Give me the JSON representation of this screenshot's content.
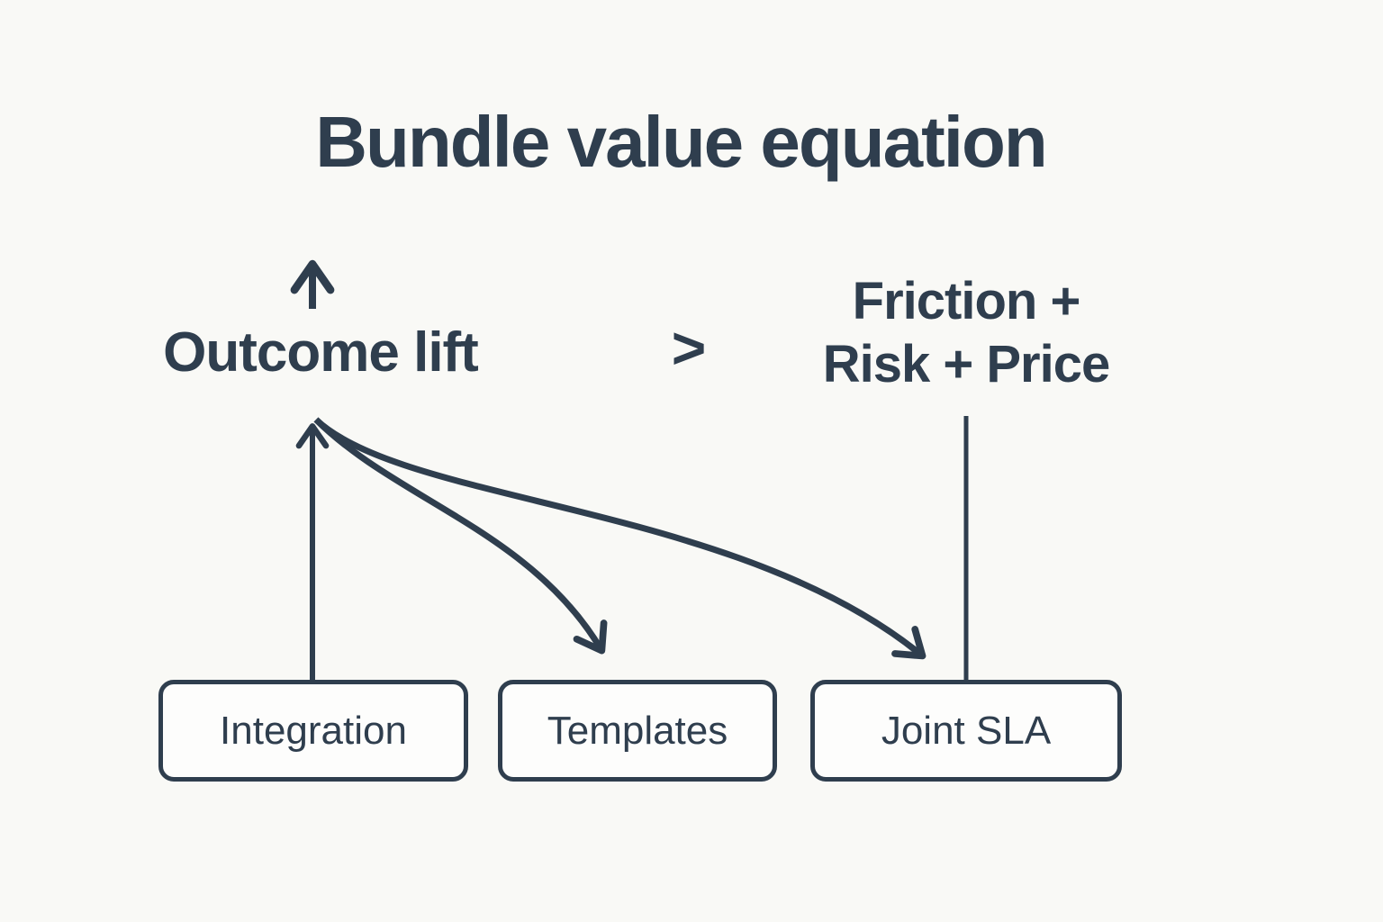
{
  "page": {
    "background_color": "#f9f9f6",
    "ink_color": "#2f3e4e",
    "node_fill_color": "#fdfdfc"
  },
  "title": "Bundle value equation",
  "equation": {
    "left_label": "Outcome lift",
    "comparator": ">",
    "right_label_line1": "Friction +",
    "right_label_line2": "Risk + Price"
  },
  "nodes": [
    {
      "label": "Integration"
    },
    {
      "label": "Templates"
    },
    {
      "label": "Joint SLA"
    }
  ],
  "icons": {
    "lift_arrow": "up-arrow"
  }
}
